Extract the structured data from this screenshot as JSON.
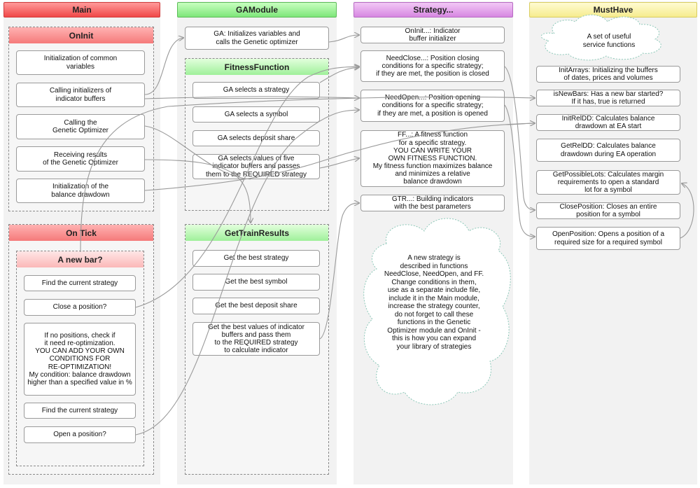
{
  "lanes": {
    "main": "Main",
    "gamodule": "GAModule",
    "strategy": "Strategy...",
    "musthave": "MustHave"
  },
  "main": {
    "oninit": {
      "title": "OnInit",
      "items": [
        "Initialization of common\nvariables",
        "Calling initializers of\nindicator buffers",
        "Calling the\nGenetic Optimizer",
        "Receiving results\nof the Genetic Optimizer",
        "Initialization of the\nbalance drawdown"
      ]
    },
    "ontick": {
      "title": "On Tick",
      "newbar": {
        "title": "A new bar?",
        "items": [
          "Find the current strategy",
          "Close a position?",
          "If no positions, check if\nit need re-optimization.\nYOU CAN ADD YOUR OWN\nCONDITIONS FOR\nRE-OPTIMIZATION!\nMy condition: balance drawdown\nhigher than a specified value in %",
          "Find the current strategy",
          "Open a position?"
        ]
      }
    }
  },
  "gamodule": {
    "init": "GA: Initializes variables and\ncalls the Genetic optimizer",
    "fitness": {
      "title": "FitnessFunction",
      "items": [
        "GA selects a strategy",
        "GA selects a symbol",
        "GA selects deposit share",
        "GA selects values of five\nindicator buffers and passes\nthem to the REQUIRED strategy"
      ]
    },
    "train": {
      "title": "GetTrainResults",
      "items": [
        "Get the best strategy",
        "Get the best symbol",
        "Get the best deposit share",
        "Get the best values of indicator\nbuffers and pass them\nto the REQUIRED strategy\nto calculate indicator"
      ]
    }
  },
  "strategy": {
    "items": [
      "OnInit...: Indicator\nbuffer initializer",
      "NeedClose...: Position closing\nconditions for a specific strategy;\nif they are met, the position is closed",
      "NeedOpen...: Position opening\nconditions for a specific strategy;\nif they are met, a position is opened",
      "FF...: A fitness function\nfor a specific strategy.\nYOU CAN WRITE YOUR\nOWN FITNESS FUNCTION.\nMy fitness function maximizes balance\nand minimizes a relative\nbalance drawdown",
      "GTR...: Building indicators\nwith the best parameters"
    ],
    "note": "A new strategy is\ndescribed in functions\nNeedClose, NeedOpen, and FF.\nChange conditions in them,\nuse as a separate include file,\ninclude it in the Main module,\nincrease the strategy counter,\ndo not forget to call these\nfunctions in the Genetic\nOptimizer module and OnInit -\nthis is how you can expand\nyour library of strategies"
  },
  "musthave": {
    "note": "A set of useful\nservice functions",
    "items": [
      "InitArrays: Initializing the buffers\nof dates, prices and volumes",
      "isNewBars: Has a new bar started?\nIf it has, true is returned",
      "InitRelDD: Calculates balance\ndrawdown at EA start",
      "GetRelDD: Calculates balance\ndrawdown during EA operation",
      "GetPossibleLots: Calculates margin\nrequirements to open a standard\nlot for a symbol",
      "ClosePosition: Closes an entire\nposition for a symbol",
      "OpenPosition: Opens a position of a\nrequired size for a required symbol"
    ]
  }
}
